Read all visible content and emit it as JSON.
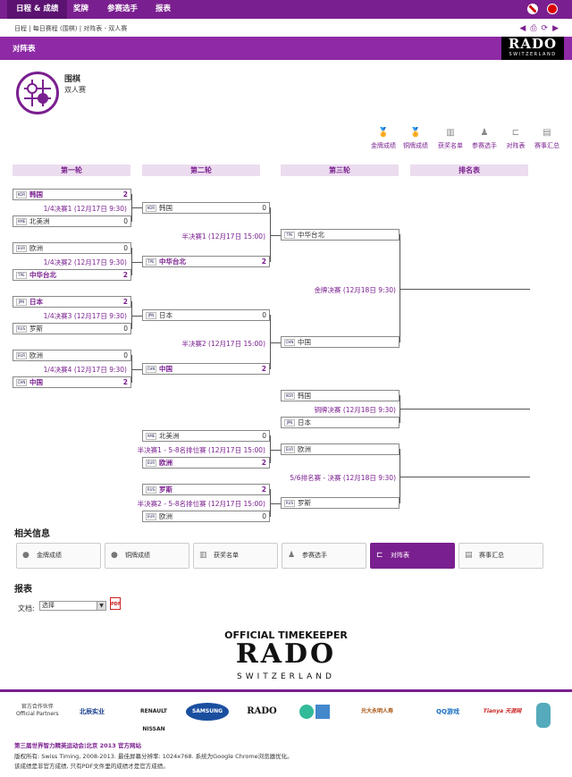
{
  "nav": {
    "tabs": [
      "日程 & 成绩",
      "奖牌",
      "参赛选手",
      "报表"
    ],
    "flags": [
      "english-flag",
      "china-flag"
    ]
  },
  "breadcrumb": "日程 | 每日赛程 (围棋) | 对阵表 - 双人赛",
  "page_title": "对阵表",
  "brand": {
    "name": "RADO",
    "sub": "SWITZERLAND"
  },
  "sport": {
    "name": "围棋",
    "event": "双人赛"
  },
  "tools": [
    "金牌成绩",
    "铜牌成绩",
    "获奖名单",
    "参赛选手",
    "对阵表",
    "赛事汇总"
  ],
  "rounds": [
    "第一轮",
    "第二轮",
    "第三轮",
    "排名表"
  ],
  "bracket": {
    "r1": [
      {
        "code": "KOR",
        "name": "韩国",
        "score": "2",
        "win": true
      },
      {
        "code": "AME",
        "name": "北美洲",
        "score": "0",
        "win": false
      },
      {
        "code": "EUR",
        "name": "欧洲",
        "score": "0",
        "win": false
      },
      {
        "code": "TPE",
        "name": "中华台北",
        "score": "2",
        "win": true
      },
      {
        "code": "JPN",
        "name": "日本",
        "score": "2",
        "win": true
      },
      {
        "code": "RUS",
        "name": "罗斯",
        "score": "0",
        "win": false
      },
      {
        "code": "EUR",
        "name": "欧洲",
        "score": "0",
        "win": false
      },
      {
        "code": "CHN",
        "name": "中国",
        "score": "2",
        "win": true
      }
    ],
    "r1_labels": [
      "1/4决赛1 (12月17日 9:30)",
      "1/4决赛2 (12月17日 9:30)",
      "1/4决赛3 (12月17日 9:30)",
      "1/4决赛4 (12月17日 9:30)"
    ],
    "r2": [
      {
        "code": "KOR",
        "name": "韩国",
        "score": "0",
        "win": false
      },
      {
        "code": "TPE",
        "name": "中华台北",
        "score": "2",
        "win": true
      },
      {
        "code": "JPN",
        "name": "日本",
        "score": "0",
        "win": false
      },
      {
        "code": "CHN",
        "name": "中国",
        "score": "2",
        "win": true
      }
    ],
    "r2_labels": [
      "半决赛1 (12月17日 15:00)",
      "半决赛2 (12月17日 15:00)"
    ],
    "r3": [
      {
        "code": "TPE",
        "name": "中华台北",
        "score": "",
        "win": false
      },
      {
        "code": "CHN",
        "name": "中国",
        "score": "",
        "win": false
      }
    ],
    "gold_label": "金牌决赛 (12月18日 9:30)",
    "bronze": [
      {
        "code": "KOR",
        "name": "韩国",
        "score": "",
        "win": false
      },
      {
        "code": "JPN",
        "name": "日本",
        "score": "",
        "win": false
      }
    ],
    "bronze_label": "铜牌决赛 (12月18日 9:30)",
    "cons": [
      {
        "code": "AME",
        "name": "北美洲",
        "score": "0",
        "win": false
      },
      {
        "code": "EUR",
        "name": "欧洲",
        "score": "2",
        "win": true
      },
      {
        "code": "RUS",
        "name": "罗斯",
        "score": "2",
        "win": true
      },
      {
        "code": "EUR",
        "name": "欧洲",
        "score": "0",
        "win": false
      }
    ],
    "cons_labels": [
      "半决赛1 - 5-8名排位赛 (12月17日 15:00)",
      "半决赛2 - 5-8名排位赛 (12月17日 15:00)"
    ],
    "fifth": [
      {
        "code": "EUR",
        "name": "欧洲",
        "score": "",
        "win": false
      },
      {
        "code": "RUS",
        "name": "罗斯",
        "score": "",
        "win": false
      }
    ],
    "fifth_label": "5/6排名赛 - 决赛 (12月18日 9:30)"
  },
  "related": {
    "title": "相关信息",
    "buttons": [
      "金牌成绩",
      "铜牌成绩",
      "获奖名单",
      "参赛选手",
      "对阵表",
      "赛事汇总"
    ]
  },
  "reports": {
    "title": "报表",
    "doc_label": "文档:",
    "select_value": "选择"
  },
  "timekeeper": {
    "line1": "OFFICIAL TIMEKEEPER",
    "brand": "RADO",
    "sub": "SWITZERLAND"
  },
  "partners": {
    "title_cn": "官方合作伙伴",
    "title_en": "Official Partners",
    "names": [
      "北辰实业",
      "RENAULT NISSAN",
      "SAMSUNG",
      "RADO",
      "光大永明人寿",
      "QQ游戏",
      "Tianya 天涯网"
    ]
  },
  "footer": {
    "line1": "第三届世界智力精英运动会|北京 2013 官方网站",
    "line2": "版权所有: Swiss Timing, 2008-2013. 最佳屏幕分辨率: 1024x768. 系统为Google Chrome浏览器优化。",
    "line3": "该成绩是非官方成绩, 只有PDF文件里的成绩才是官方成绩。"
  },
  "colors": {
    "accent": "#7a1f8f",
    "accent_light": "#ecdcef"
  }
}
